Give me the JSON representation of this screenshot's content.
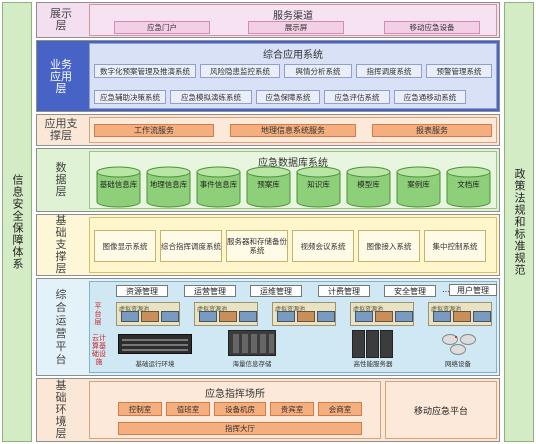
{
  "left_side": "信息安全保障体系",
  "right_side": "政策法规和标准规范",
  "display_layer": {
    "label": "展示层",
    "title": "服务渠道",
    "items": [
      "应急门户",
      "展示屏",
      "移动应急设备"
    ]
  },
  "business_layer": {
    "label": "业务应用层",
    "title": "综合应用系统",
    "row1": [
      "数字化预案管理及推演系统",
      "风险隐患监控系统",
      "舆情分析系统",
      "指挥调度系统",
      "预警管理系统"
    ],
    "row2": [
      "应急辅助决策系统",
      "应急模拟演练系统",
      "应急保障系统",
      "应急评估系统",
      "应急通移动系统"
    ]
  },
  "support_layer": {
    "label": "应用支撑层",
    "items": [
      "工作流服务",
      "地理信息系统服务",
      "报表服务"
    ]
  },
  "data_layer": {
    "label": "数据层",
    "title": "应急数据库系统",
    "dbs": [
      "基础信息库",
      "地理信息库",
      "事件信息库",
      "预案库",
      "知识库",
      "模型库",
      "案例库",
      "文档库"
    ]
  },
  "base_support_layer": {
    "label": "基础支撑层",
    "items": [
      "图像显示系统",
      "综合指挥调度系统",
      "服务器和存储备份系统",
      "视频会议系统",
      "图像接入系统",
      "集中控制系统"
    ]
  },
  "ops_layer": {
    "label": "综合运营平台",
    "mgmt": [
      "资源管理",
      "运营管理",
      "运维管理",
      "计费管理",
      "安全管理",
      "……",
      "用户管理"
    ],
    "platform_label": "平台层",
    "vm_label": "虚拟资源池",
    "cloud_label": "云计算基础设施",
    "infra": [
      "基础运行环境",
      "海量信息存储",
      "高性能服务器",
      "网络设备"
    ]
  },
  "env_layer": {
    "label": "基础环境层",
    "title": "应急指挥场所",
    "rooms": [
      "控制室",
      "值班室",
      "设备机房",
      "贵宾室",
      "会商室"
    ],
    "hall": "指挥大厅",
    "mobile": "移动应急平台"
  }
}
